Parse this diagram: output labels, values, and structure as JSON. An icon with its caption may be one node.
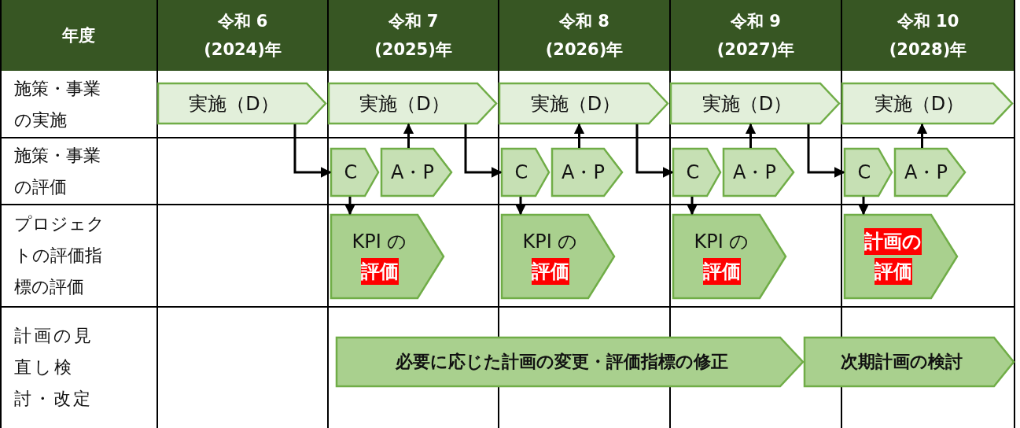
{
  "diagram": {
    "nodes": [
      {
        "text": [
          "実施（D）"
        ]
      },
      {
        "text": [
          "実施（D）"
        ]
      },
      {
        "text": [
          "実施（D）"
        ]
      },
      {
        "text": [
          "実施（D）"
        ]
      },
      {
        "text": [
          "実施（D）"
        ]
      },
      {
        "text": [
          "C"
        ]
      },
      {
        "text": [
          "A・P"
        ]
      },
      {
        "text": [
          "C"
        ]
      },
      {
        "text": [
          "A・P"
        ]
      },
      {
        "text": [
          "C"
        ]
      },
      {
        "text": [
          "A・P"
        ]
      },
      {
        "text": [
          "C"
        ]
      },
      {
        "text": [
          "A・P"
        ]
      },
      {
        "text": [
          "KPI の",
          "**評価**"
        ]
      },
      {
        "text": [
          "KPI の",
          "**評価**"
        ]
      },
      {
        "text": [
          "KPI の",
          "**評価**"
        ]
      },
      {
        "text": [
          "**計画の**",
          "**評価**"
        ]
      },
      {
        "text": [
          "必要に応じた計画の変更・評価指標の修正"
        ]
      },
      {
        "text": [
          "次期計画の検討"
        ]
      }
    ],
    "edges": [
      {
        "from": 0,
        "to": 5,
        "arrow": "to"
      },
      {
        "from": 6,
        "to": 1,
        "arrow": "to"
      },
      {
        "from": 5,
        "to": 13,
        "arrow": "to"
      },
      {
        "from": 1,
        "to": 7,
        "arrow": "to"
      },
      {
        "from": 8,
        "to": 2,
        "arrow": "to"
      },
      {
        "from": 7,
        "to": 14,
        "arrow": "to"
      },
      {
        "from": 2,
        "to": 9,
        "arrow": "to"
      },
      {
        "from": 10,
        "to": 3,
        "arrow": "to"
      },
      {
        "from": 9,
        "to": 15,
        "arrow": "to"
      },
      {
        "from": 3,
        "to": 11,
        "arrow": "to"
      },
      {
        "from": 12,
        "to": 4,
        "arrow": "to"
      },
      {
        "from": 11,
        "to": 16,
        "arrow": "to"
      }
    ],
    "labels": [
      "年度",
      "令和 6 (2024)年",
      "令和 7 (2025)年",
      "令和 8 (2026)年",
      "令和 9 (2027)年",
      "令和 10 (2028)年",
      "施策・事業の実施",
      "施策・事業の評価",
      "プロジェクトの評価指標の評価",
      "計画の見直し検討・改定"
    ]
  }
}
